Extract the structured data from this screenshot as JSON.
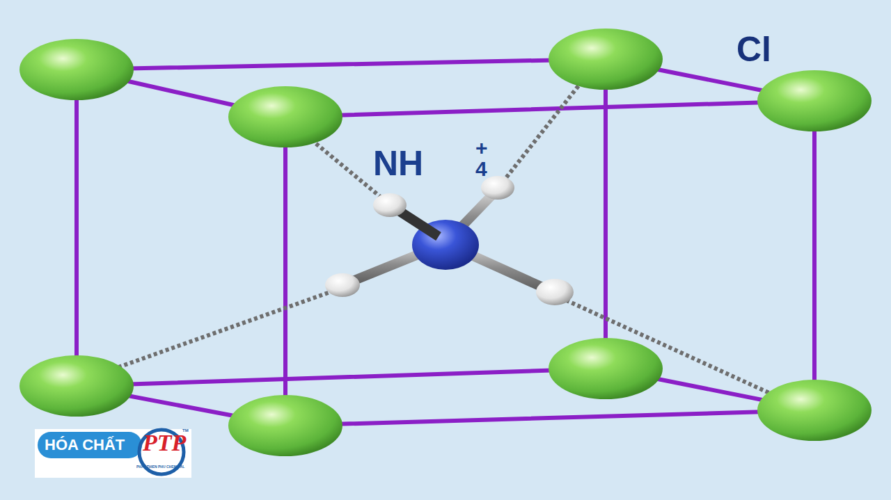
{
  "diagram": {
    "labels": [
      "Cl",
      "NH",
      "+",
      "4",
      "HÓA CHẤT",
      "PTP",
      "PHAT THIEN PHU CHEMICAL",
      "TM"
    ]
  }
}
